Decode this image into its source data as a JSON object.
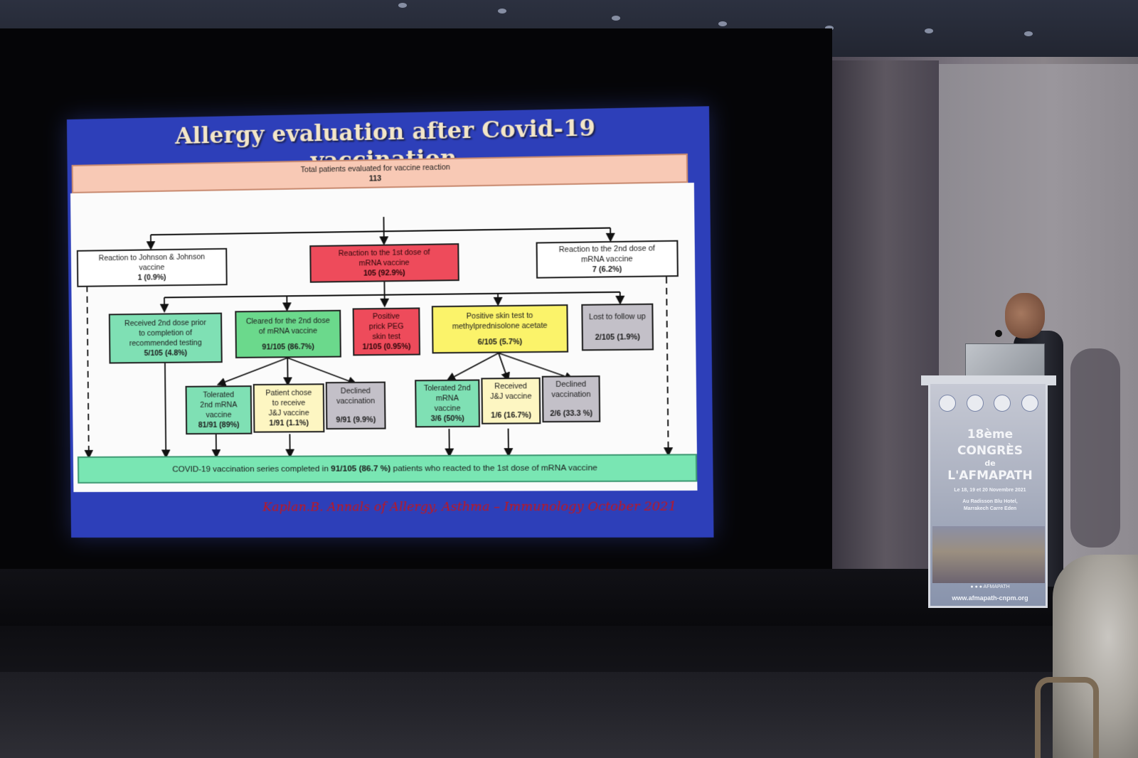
{
  "slide": {
    "title_line1": "Allergy evaluation after Covid-19",
    "title_line2": "vaccination",
    "citation": "Kaplan.B. Annals of Allergy, Asthma – Immunology October 2021",
    "colors": {
      "background": "#2d3fb9",
      "red": "#ee4b5b",
      "teal": "#7fe0b4",
      "yellow": "#fbf36a",
      "grey": "#c3c0c8"
    },
    "flowchart": {
      "root": {
        "line1": "Total patients evaluated for vaccine reaction",
        "line2": "113"
      },
      "jj": {
        "line1": "Reaction to Johnson & Johnson",
        "line2": "vaccine",
        "line3": "1 (0.9%)"
      },
      "first_dose": {
        "line1": "Reaction to the 1st dose of",
        "line2": "mRNA vaccine",
        "line3": "105 (92.9%)"
      },
      "second_dose": {
        "line1": "Reaction to the 2nd dose of",
        "line2": "mRNA vaccine",
        "line3": "7 (6.2%)"
      },
      "received_2nd": {
        "line1": "Received 2nd dose prior",
        "line2": "to completion of",
        "line3": "recommended testing",
        "line4": "5/105 (4.8%)"
      },
      "cleared": {
        "line1": "Cleared for the 2nd dose",
        "line2": "of mRNA vaccine",
        "line3": "91/105 (86.7%)"
      },
      "positive_peg": {
        "line1": "Positive",
        "line2": "prick PEG",
        "line3": "skin test",
        "line4": "1/105 (0.95%)"
      },
      "positive_methyl": {
        "line1": "Positive skin test to",
        "line2": "methylprednisolone acetate",
        "line3": "6/105 (5.7%)"
      },
      "lost": {
        "line1": "Lost to follow up",
        "line2": "2/105 (1.9%)"
      },
      "tolerated_a": {
        "line1": "Tolerated",
        "line2": "2nd mRNA",
        "line3": "vaccine",
        "line4": "81/91 (89%)"
      },
      "chose_jj": {
        "line1": "Patient chose",
        "line2": "to receive",
        "line3": "J&J vaccine",
        "line4": "1/91 (1.1%)"
      },
      "declined_a": {
        "line1": "Declined",
        "line2": "vaccination",
        "line3": "9/91 (9.9%)"
      },
      "tolerated_b": {
        "line1": "Tolerated 2nd",
        "line2": "mRNA",
        "line3": "vaccine",
        "line4": "3/6 (50%)"
      },
      "received_jj": {
        "line1": "Received",
        "line2": "J&J vaccine",
        "line3": "1/6 (16.7%)"
      },
      "declined_b": {
        "line1": "Declined",
        "line2": "vaccination",
        "line3": "2/6 (33.3 %)"
      },
      "bottom": {
        "text_before": "COVID-19 vaccination series completed in ",
        "bold": "91/105 (86.7 %)",
        "text_after": " patients who reacted to the 1st dose of mRNA vaccine"
      }
    }
  },
  "podium": {
    "title_line1": "18ème CONGRÈS",
    "title_line2": "de",
    "title_line3": "L'AFMAPATH",
    "date": "Le 18, 19 et 20 Novembre 2021",
    "venue_line1": "Au Radisson Blu Hotel,",
    "venue_line2": "Marrakech Carre Eden",
    "social": "AFMAPATH",
    "url": "www.afmapath-cnpm.org",
    "icons": [
      "facebook-icon",
      "twitter-icon",
      "instagram-icon"
    ]
  }
}
